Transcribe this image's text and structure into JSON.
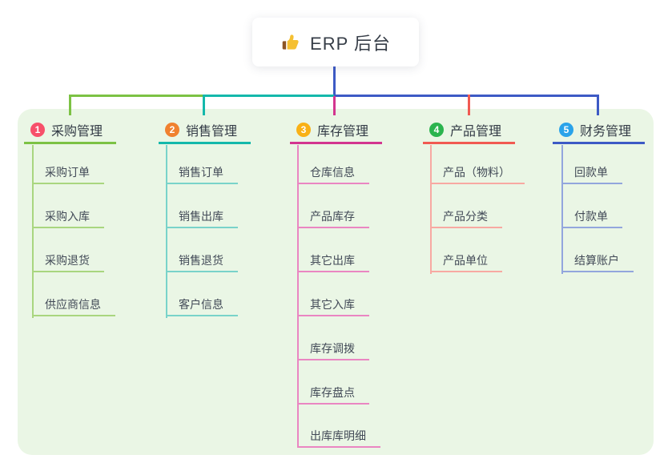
{
  "root": {
    "title": "ERP 后台",
    "icon": "thumbs-up-icon"
  },
  "colors": {
    "canvas_bg": "#ffffff",
    "panel_bg": "#eaf6e5",
    "trunk": "#3d5ac5",
    "root_text": "#363d47",
    "branch_text": "#333b46",
    "child_text": "#424a57"
  },
  "branches": [
    {
      "number": "1",
      "label": "采购管理",
      "badge_color": "#f7506a",
      "line_color": "#7cc244",
      "line_light": "#a9d67f",
      "children": [
        "采购订单",
        "采购入库",
        "采购退货",
        "供应商信息"
      ]
    },
    {
      "number": "2",
      "label": "销售管理",
      "badge_color": "#f0812f",
      "line_color": "#14b8ab",
      "line_light": "#79d3ca",
      "children": [
        "销售订单",
        "销售出库",
        "销售退货",
        "客户信息"
      ]
    },
    {
      "number": "3",
      "label": "库存管理",
      "badge_color": "#f9b116",
      "line_color": "#d3358f",
      "line_light": "#ea86c2",
      "children": [
        "仓库信息",
        "产品库存",
        "其它出库",
        "其它入库",
        "库存调拨",
        "库存盘点",
        "出库库明细"
      ]
    },
    {
      "number": "4",
      "label": "产品管理",
      "badge_color": "#2bb44e",
      "line_color": "#f15a52",
      "line_light": "#f8a9a2",
      "children": [
        "产品（物料）",
        "产品分类",
        "产品单位"
      ]
    },
    {
      "number": "5",
      "label": "财务管理",
      "badge_color": "#2aa3ea",
      "line_color": "#3d5ac5",
      "line_light": "#93a6dd",
      "children": [
        "回款单",
        "付款单",
        "结算账户"
      ]
    }
  ]
}
